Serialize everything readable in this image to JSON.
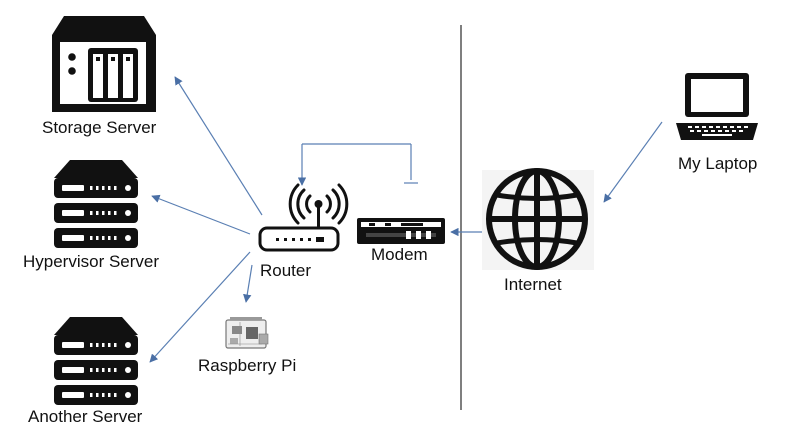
{
  "nodes": {
    "storage_server": {
      "label": "Storage Server",
      "icon": "storage-server-icon"
    },
    "hypervisor_server": {
      "label": "Hypervisor Server",
      "icon": "rack-server-icon"
    },
    "another_server": {
      "label": "Another Server",
      "icon": "rack-server-icon"
    },
    "router": {
      "label": "Router",
      "icon": "wifi-router-icon"
    },
    "raspberry_pi": {
      "label": "Raspberry Pi",
      "icon": "circuit-board-icon"
    },
    "modem": {
      "label": "Modem",
      "icon": "modem-icon"
    },
    "internet": {
      "label": "Internet",
      "icon": "globe-icon"
    },
    "laptop": {
      "label": "My Laptop",
      "icon": "laptop-icon"
    }
  },
  "colors": {
    "connector": "#5a7fb3",
    "icon_fill": "#111111",
    "divider": "#555555"
  }
}
